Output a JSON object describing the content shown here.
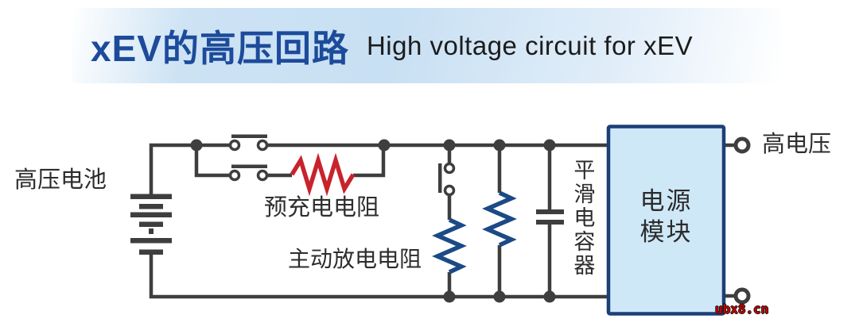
{
  "banner": {
    "title_cn": "xEV的高压回路",
    "title_en": "High voltage circuit for xEV"
  },
  "diagram": {
    "battery_label": "高压电池",
    "precharge_resistor_label": "预充电电阻",
    "discharge_resistor_label": "主动放电电阻",
    "smoothing_capacitor_label": "平滑电容器",
    "power_module_line1": "电源",
    "power_module_line2": "模块",
    "output_label": "高电压"
  },
  "watermark": "ubx8.cn",
  "colors": {
    "title_blue": "#1d4b9b",
    "banner_blue": "#c8e0f3",
    "wire_gray": "#3e3e3e",
    "precharge_resistor_red": "#c8232c",
    "blue_resistor_navy": "#1b4a86",
    "module_fill": "#cfe8f8",
    "module_border": "#1c3f77",
    "watermark_red": "#c00000"
  }
}
